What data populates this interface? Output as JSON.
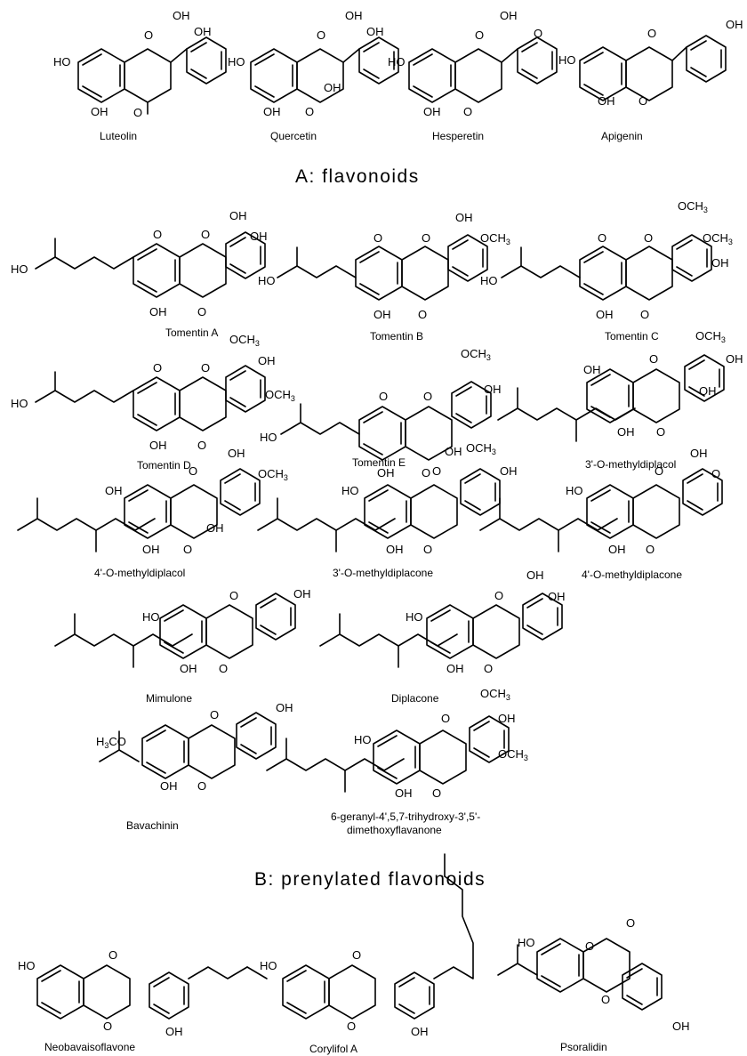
{
  "sections": {
    "a": "A: flavonoids",
    "b": "B: prenylated flavonoids"
  },
  "compounds": {
    "luteolin": "Luteolin",
    "quercetin": "Quercetin",
    "hesperetin": "Hesperetin",
    "apigenin": "Apigenin",
    "tomentin_a": "Tomentin A",
    "tomentin_b": "Tomentin B",
    "tomentin_c": "Tomentin C",
    "tomentin_d": "Tomentin D",
    "tomentin_e": "Tomentin E",
    "methyldiplacol_3": "3'-O-methyldiplacol",
    "methyldiplacol_4": "4'-O-methyldiplacol",
    "methyldiplacone_3": "3'-O-methyldiplacone",
    "methyldiplacone_4": "4'-O-methyldiplacone",
    "mimulone": "Mimulone",
    "diplacone": "Diplacone",
    "bavachinin": "Bavachinin",
    "geranyl_line1": "6-geranyl-4',5,7-trihydroxy-3',5'-",
    "geranyl_line2": "dimethoxyflavanone",
    "neobavaisoflavone": "Neobavaisoflavone",
    "corylifol_a": "Corylifol A",
    "psoralidin": "Psoralidin"
  },
  "atoms": {
    "oh": "OH",
    "ho": "HO",
    "o": "O",
    "och3": "OCH",
    "h3co": "H3CO",
    "sub3": "3",
    "methoxy_tail": "–"
  }
}
